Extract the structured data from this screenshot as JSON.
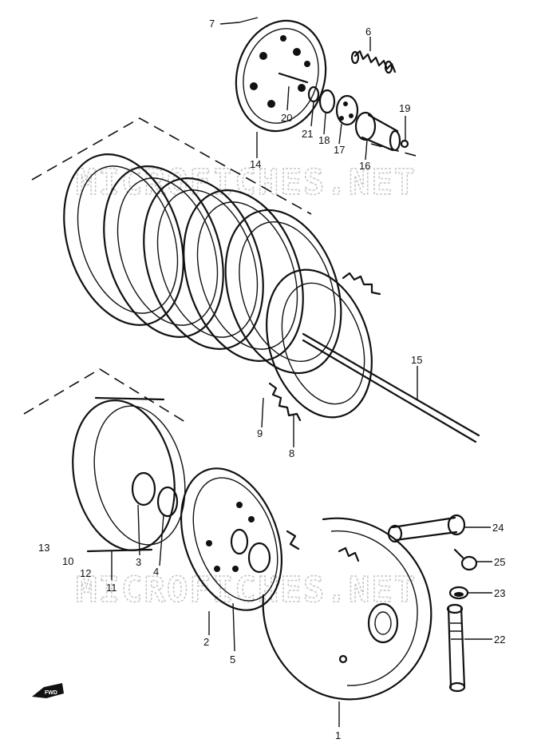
{
  "watermark": "MICROFICHES.NET",
  "parts": [
    {
      "label": "7"
    },
    {
      "label": "6"
    },
    {
      "label": "20"
    },
    {
      "label": "21"
    },
    {
      "label": "18"
    },
    {
      "label": "17"
    },
    {
      "label": "19"
    },
    {
      "label": "16"
    },
    {
      "label": "14"
    },
    {
      "label": "15"
    },
    {
      "label": "9"
    },
    {
      "label": "8"
    },
    {
      "label": "13"
    },
    {
      "label": "10"
    },
    {
      "label": "12"
    },
    {
      "label": "11"
    },
    {
      "label": "3"
    },
    {
      "label": "4"
    },
    {
      "label": "2"
    },
    {
      "label": "5"
    },
    {
      "label": "24"
    },
    {
      "label": "25"
    },
    {
      "label": "23"
    },
    {
      "label": "22"
    },
    {
      "label": "1"
    }
  ],
  "front_marker": "FWD"
}
